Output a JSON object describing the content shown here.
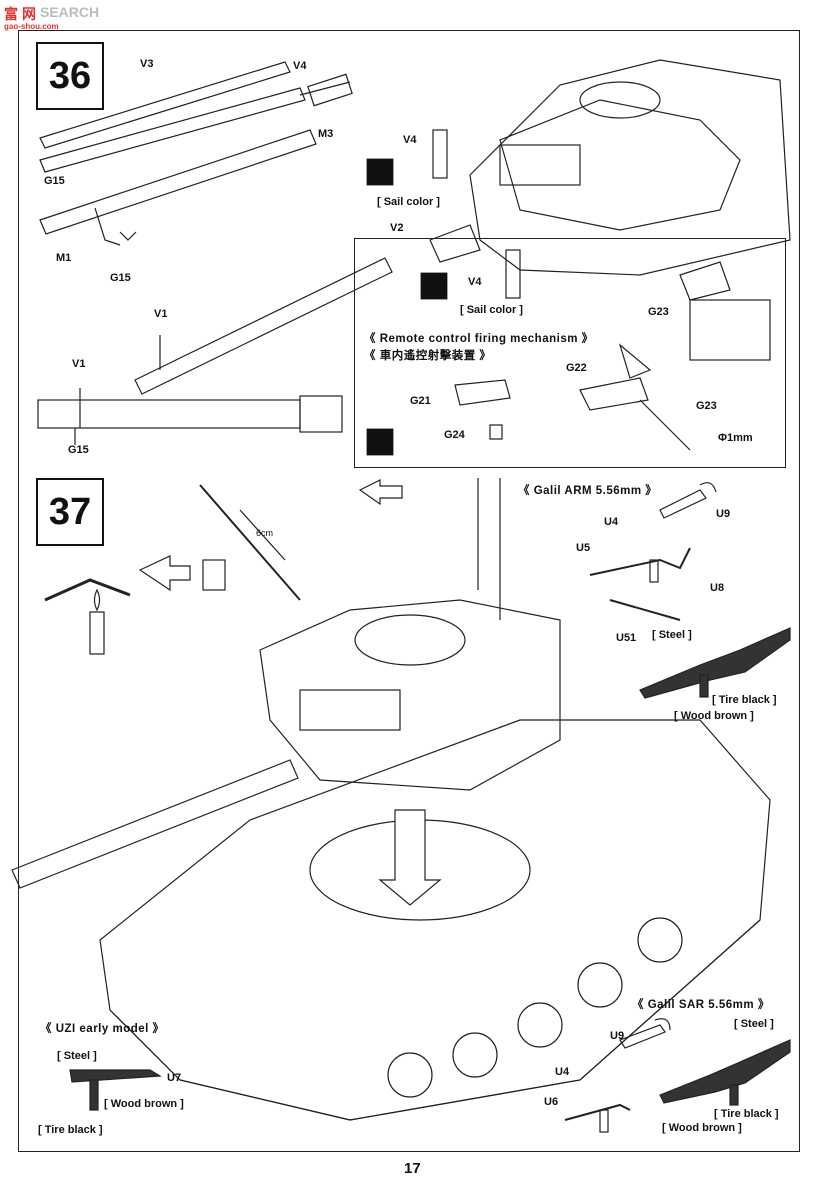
{
  "watermark": {
    "brand_cn": "富",
    "brand_mid": "网",
    "brand_text": "SEARCH",
    "url": "gao-shou.com"
  },
  "page_number": "17",
  "steps": [
    {
      "number": "36"
    },
    {
      "number": "37"
    }
  ],
  "labels": {
    "v3": "V3",
    "v4_top": "V4",
    "m3": "M3",
    "g15_a": "G15",
    "m1": "M1",
    "g15_b": "G15",
    "v4_b": "V4",
    "sail_color_a": "[ Sail color ]",
    "v2": "V2",
    "v4_c": "V4",
    "sail_color_b": "[ Sail color ]",
    "v1_a": "V1",
    "v1_b": "V1",
    "g15_c": "G15",
    "remote_en": "《 Remote control firing mechanism 》",
    "remote_cn": "《 車内遙控射擊装置 》",
    "g23_a": "G23",
    "g22": "G22",
    "g21": "G21",
    "g23_b": "G23",
    "g24": "G24",
    "phi": "Φ1mm",
    "cm6": "6cm",
    "galil_arm": "《 Galil ARM 5.56mm 》",
    "u9_a": "U9",
    "u4_a": "U4",
    "u5": "U5",
    "u8": "U8",
    "u51": "U51",
    "steel_a": "[ Steel ]",
    "tire_a": "[ Tire black ]",
    "wood_a": "[ Wood brown ]",
    "galil_sar": "《 Galil SAR 5.56mm 》",
    "steel_b": "[ Steel ]",
    "u9_b": "U9",
    "u4_b": "U4",
    "u6": "U6",
    "tire_b": "[ Tire black ]",
    "wood_b": "[ Wood brown ]",
    "uzi": "《 UZI early model 》",
    "steel_c": "[ Steel ]",
    "u7": "U7",
    "wood_c": "[ Wood brown ]",
    "tire_c": "[ Tire black ]"
  }
}
